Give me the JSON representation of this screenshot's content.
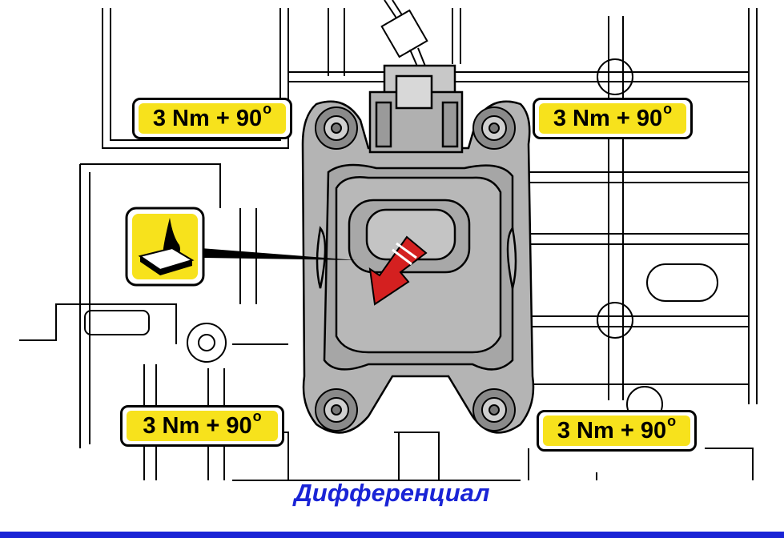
{
  "labels": {
    "top_left": "3 Nm + 90",
    "top_right": "3 Nm + 90",
    "bottom_left": "3 Nm + 90",
    "bottom_right": "3 Nm + 90",
    "degree_symbol": "o"
  },
  "caption": "Дифференциал",
  "icons": [
    "oil-drop-icon",
    "rotation-arrow-icon"
  ],
  "colors": {
    "label_fill": "#f7e21c",
    "caption": "#1a24d6",
    "arrow": "#d42020",
    "actuator_body": "#b4b4b4"
  }
}
